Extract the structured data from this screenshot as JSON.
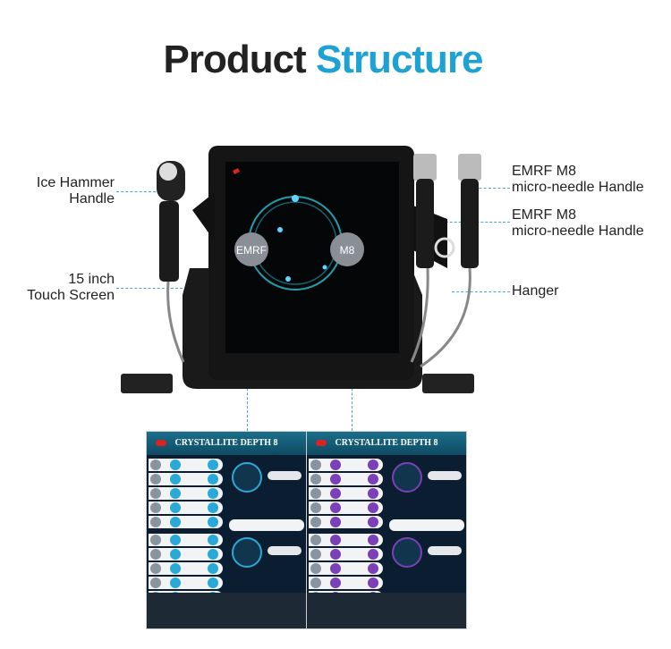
{
  "title": {
    "part1": "Product",
    "part2": "Structure"
  },
  "colors": {
    "accent": "#1ea2d4",
    "text": "#222222",
    "panel_blue": "#2aa9d8",
    "panel_purple": "#7b3fb8"
  },
  "labels": {
    "ice_hammer": [
      "Ice Hammer",
      "Handle"
    ],
    "touch_screen": [
      "15 inch",
      "Touch Screen"
    ],
    "emrf1": [
      "EMRF M8",
      "micro-needle Handle"
    ],
    "emrf2": [
      "EMRF M8",
      "micro-needle Handle"
    ],
    "hanger": "Hanger"
  },
  "screen": {
    "button_left": "EMRF",
    "button_right": "M8"
  },
  "panels": [
    {
      "title": "CRYSTALLITE DEPTH 8",
      "theme": "blue"
    },
    {
      "title": "CRYSTALLITE DEPTH 8",
      "theme": "purple"
    }
  ]
}
